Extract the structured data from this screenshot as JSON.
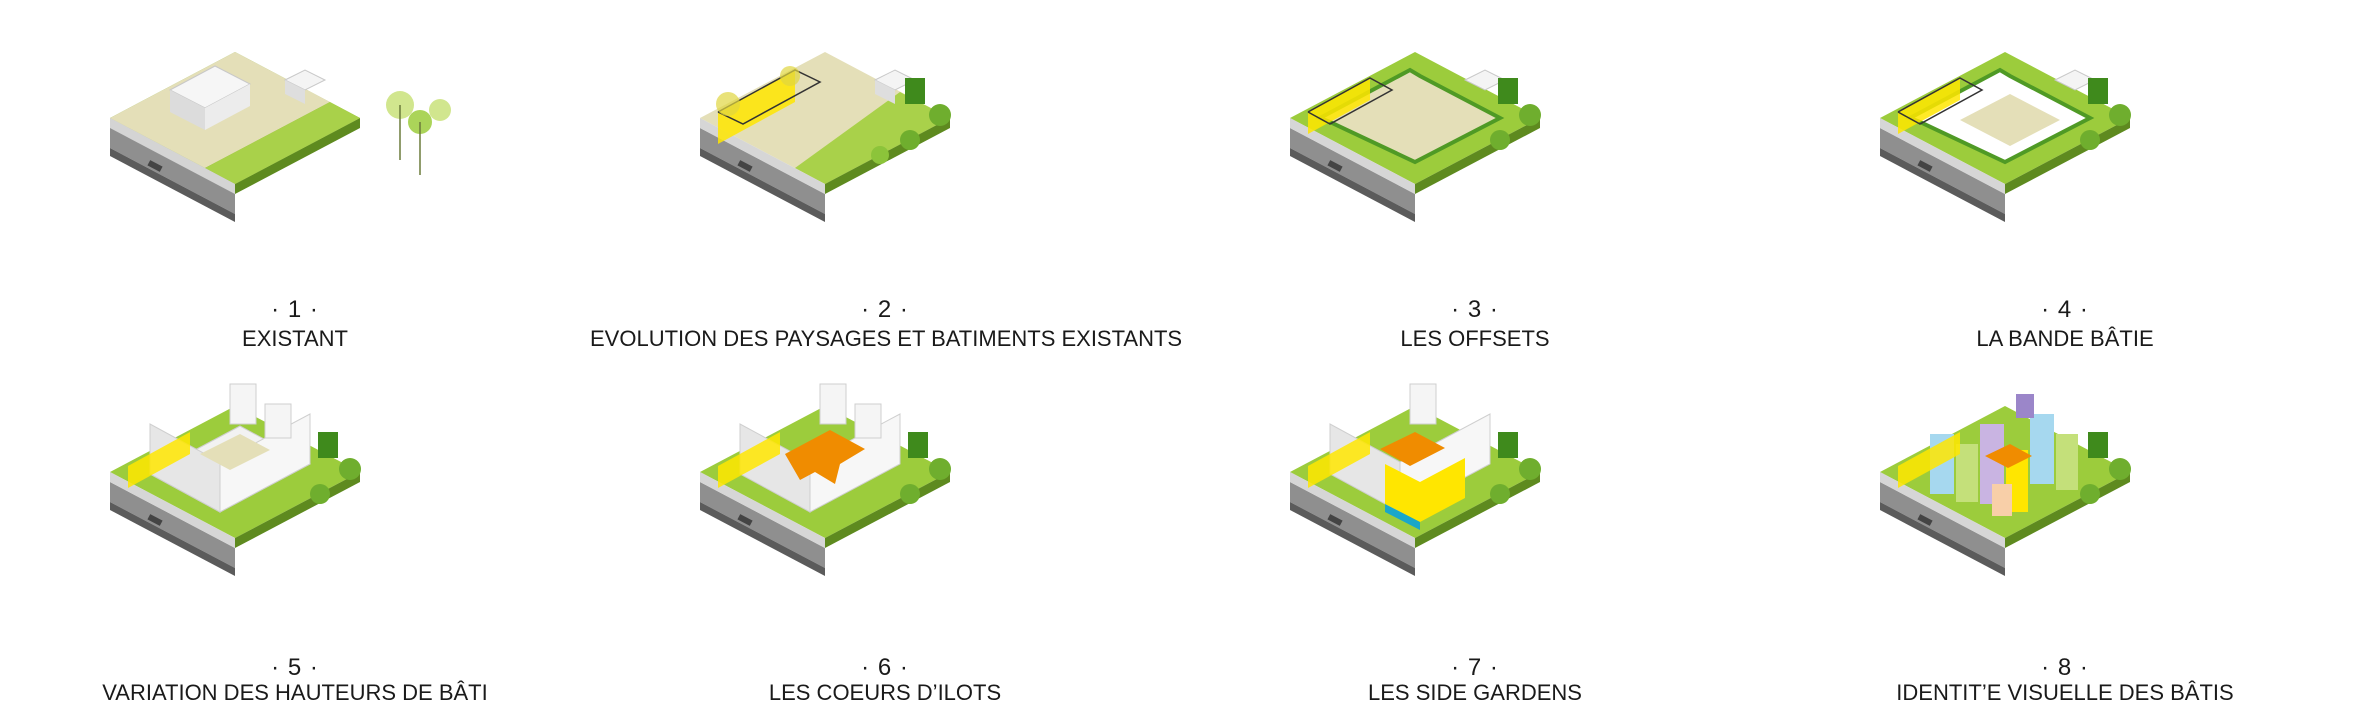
{
  "panels": [
    {
      "number": "· 1 ·",
      "caption": "EXISTANT"
    },
    {
      "number": "· 2 ·",
      "caption": "EVOLUTION DES PAYSAGES ET BATIMENTS EXISTANTS"
    },
    {
      "number": "· 3 ·",
      "caption": "LES OFFSETS"
    },
    {
      "number": "· 4 ·",
      "caption": "LA BANDE BÂTIE"
    },
    {
      "number": "· 5 ·",
      "caption": "VARIATION DES HAUTEURS DE BÂTI"
    },
    {
      "number": "· 6 ·",
      "caption": "LES COEURS D’ILOTS"
    },
    {
      "number": "· 7 ·",
      "caption": "LES SIDE GARDENS"
    },
    {
      "number": "· 8 ·",
      "caption": "IDENTIT’E VISUELLE DES BÂTIS"
    }
  ],
  "colors": {
    "plot": "#e4dfb8",
    "grass": "#9ccc3c",
    "grass_side": "#6b9a22",
    "hedge": "#4f9a25",
    "road": "#8f8f8f",
    "sidewalk": "#d9d9d9",
    "greenhouse_glass": "#ffe600",
    "heart": "#f08c00",
    "side_garden": "#ffe600",
    "building": "#f2f2f2"
  }
}
